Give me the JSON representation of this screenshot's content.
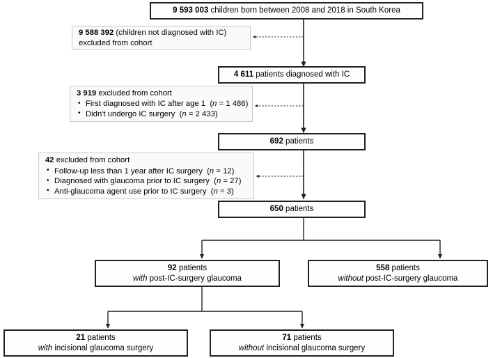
{
  "figure": {
    "kind": "study-flow-diagram",
    "colors": {
      "main_box_border": "#231f20",
      "main_box_fill": "#fdfdfd",
      "exclusion_box_border": "#c8c8c8",
      "exclusion_box_fill": "#fafafa",
      "connector": "#231f20",
      "text": "#000000"
    }
  },
  "nodes": {
    "cohort_source": {
      "count": "9 593 003",
      "text": "children born between 2008 and 2018 in South Korea"
    },
    "excluded_not_ic": {
      "count": "9 588 392",
      "text": "(children not diagnosed with IC)",
      "text_line2": "excluded from cohort"
    },
    "diagnosed_ic": {
      "count": "4 611",
      "text": "patients diagnosed with IC"
    },
    "excluded_3919": {
      "count": "3 919",
      "title_text": "excluded from cohort",
      "items": [
        {
          "reason": "First diagnosed with IC after age 1",
          "n_label": "n",
          "n_value": "= 1 486"
        },
        {
          "reason": "Didn't undergo IC surgery",
          "n_label": "n",
          "n_value": "= 2 433"
        }
      ]
    },
    "patients_692": {
      "count": "692",
      "text": "patients"
    },
    "excluded_42": {
      "count": "42",
      "title_text": "excluded from cohort",
      "items": [
        {
          "reason": "Follow-up less than 1 year after IC surgery",
          "n_label": "n",
          "n_value": "= 12"
        },
        {
          "reason": "Diagnosed with glaucoma prior to IC surgery",
          "n_label": "n",
          "n_value": "= 27"
        },
        {
          "reason": "Anti-glaucoma agent use prior to IC surgery",
          "n_label": "n",
          "n_value": "= 3"
        }
      ]
    },
    "patients_650": {
      "count": "650",
      "text": "patients"
    },
    "with_glaucoma": {
      "count": "92",
      "text": "patients",
      "qualifier": "with",
      "qualifier_rest": "post-IC-surgery glaucoma"
    },
    "without_glaucoma": {
      "count": "558",
      "text": "patients",
      "qualifier": "without",
      "qualifier_rest": "post-IC-surgery glaucoma"
    },
    "with_surgery": {
      "count": "21",
      "text": "patients",
      "qualifier": "with",
      "qualifier_rest": "incisional glaucoma surgery"
    },
    "without_surgery": {
      "count": "71",
      "text": "patients",
      "qualifier": "without",
      "qualifier_rest": "incisional glaucoma surgery"
    }
  }
}
